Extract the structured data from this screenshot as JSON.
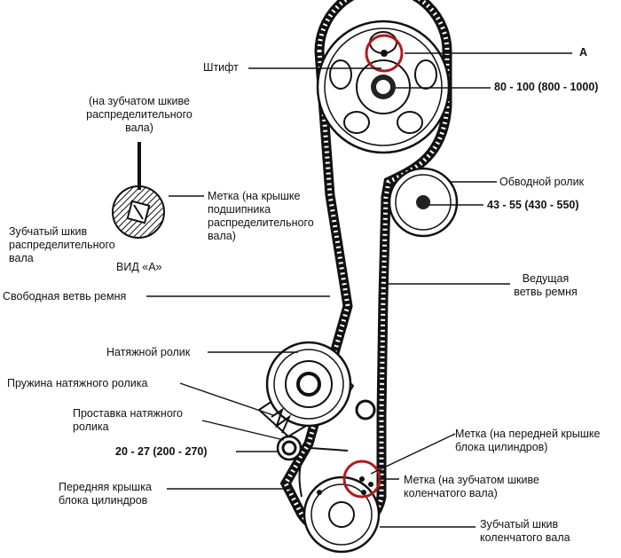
{
  "labels": {
    "pin": "Штифт",
    "view_marker": "A",
    "cam_torque": "80 - 100 (800 - 1000)",
    "on_cam_pulley": "(на зубчатом шкиве\nраспределительного\nвала)",
    "mark_bearing_cap": "Метка (на крышке\nподшипника\nраспределительного\nвала)",
    "cam_pulley": "Зубчатый шкив\nраспределительного\nвала",
    "view_a": "ВИД «А»",
    "idler": "Обводной ролик",
    "idler_torque": "43 - 55 (430 - 550)",
    "slack_side": "Свободная  ветвь ремня",
    "tight_side": "Ведущая\nветвь ремня",
    "tensioner": "Натяжной ролик",
    "tensioner_spring": "Пружина натяжного  ролика",
    "tensioner_spacer": "Проставка натяжного\nролика",
    "tensioner_torque": "20 - 27 (200 - 270)",
    "front_cover": "Передняя крышка\nблока цилиндров",
    "mark_front_cover": "Метка (на передней крышке\nблока цилиндров)",
    "mark_crank_pulley": "Метка (на зубчатом шкиве\nколенчатого вала)",
    "crank_pulley": "Зубчатый шкив\nколенчатого вала"
  },
  "colors": {
    "ink": "#111111",
    "highlight": "#b01c1c"
  }
}
